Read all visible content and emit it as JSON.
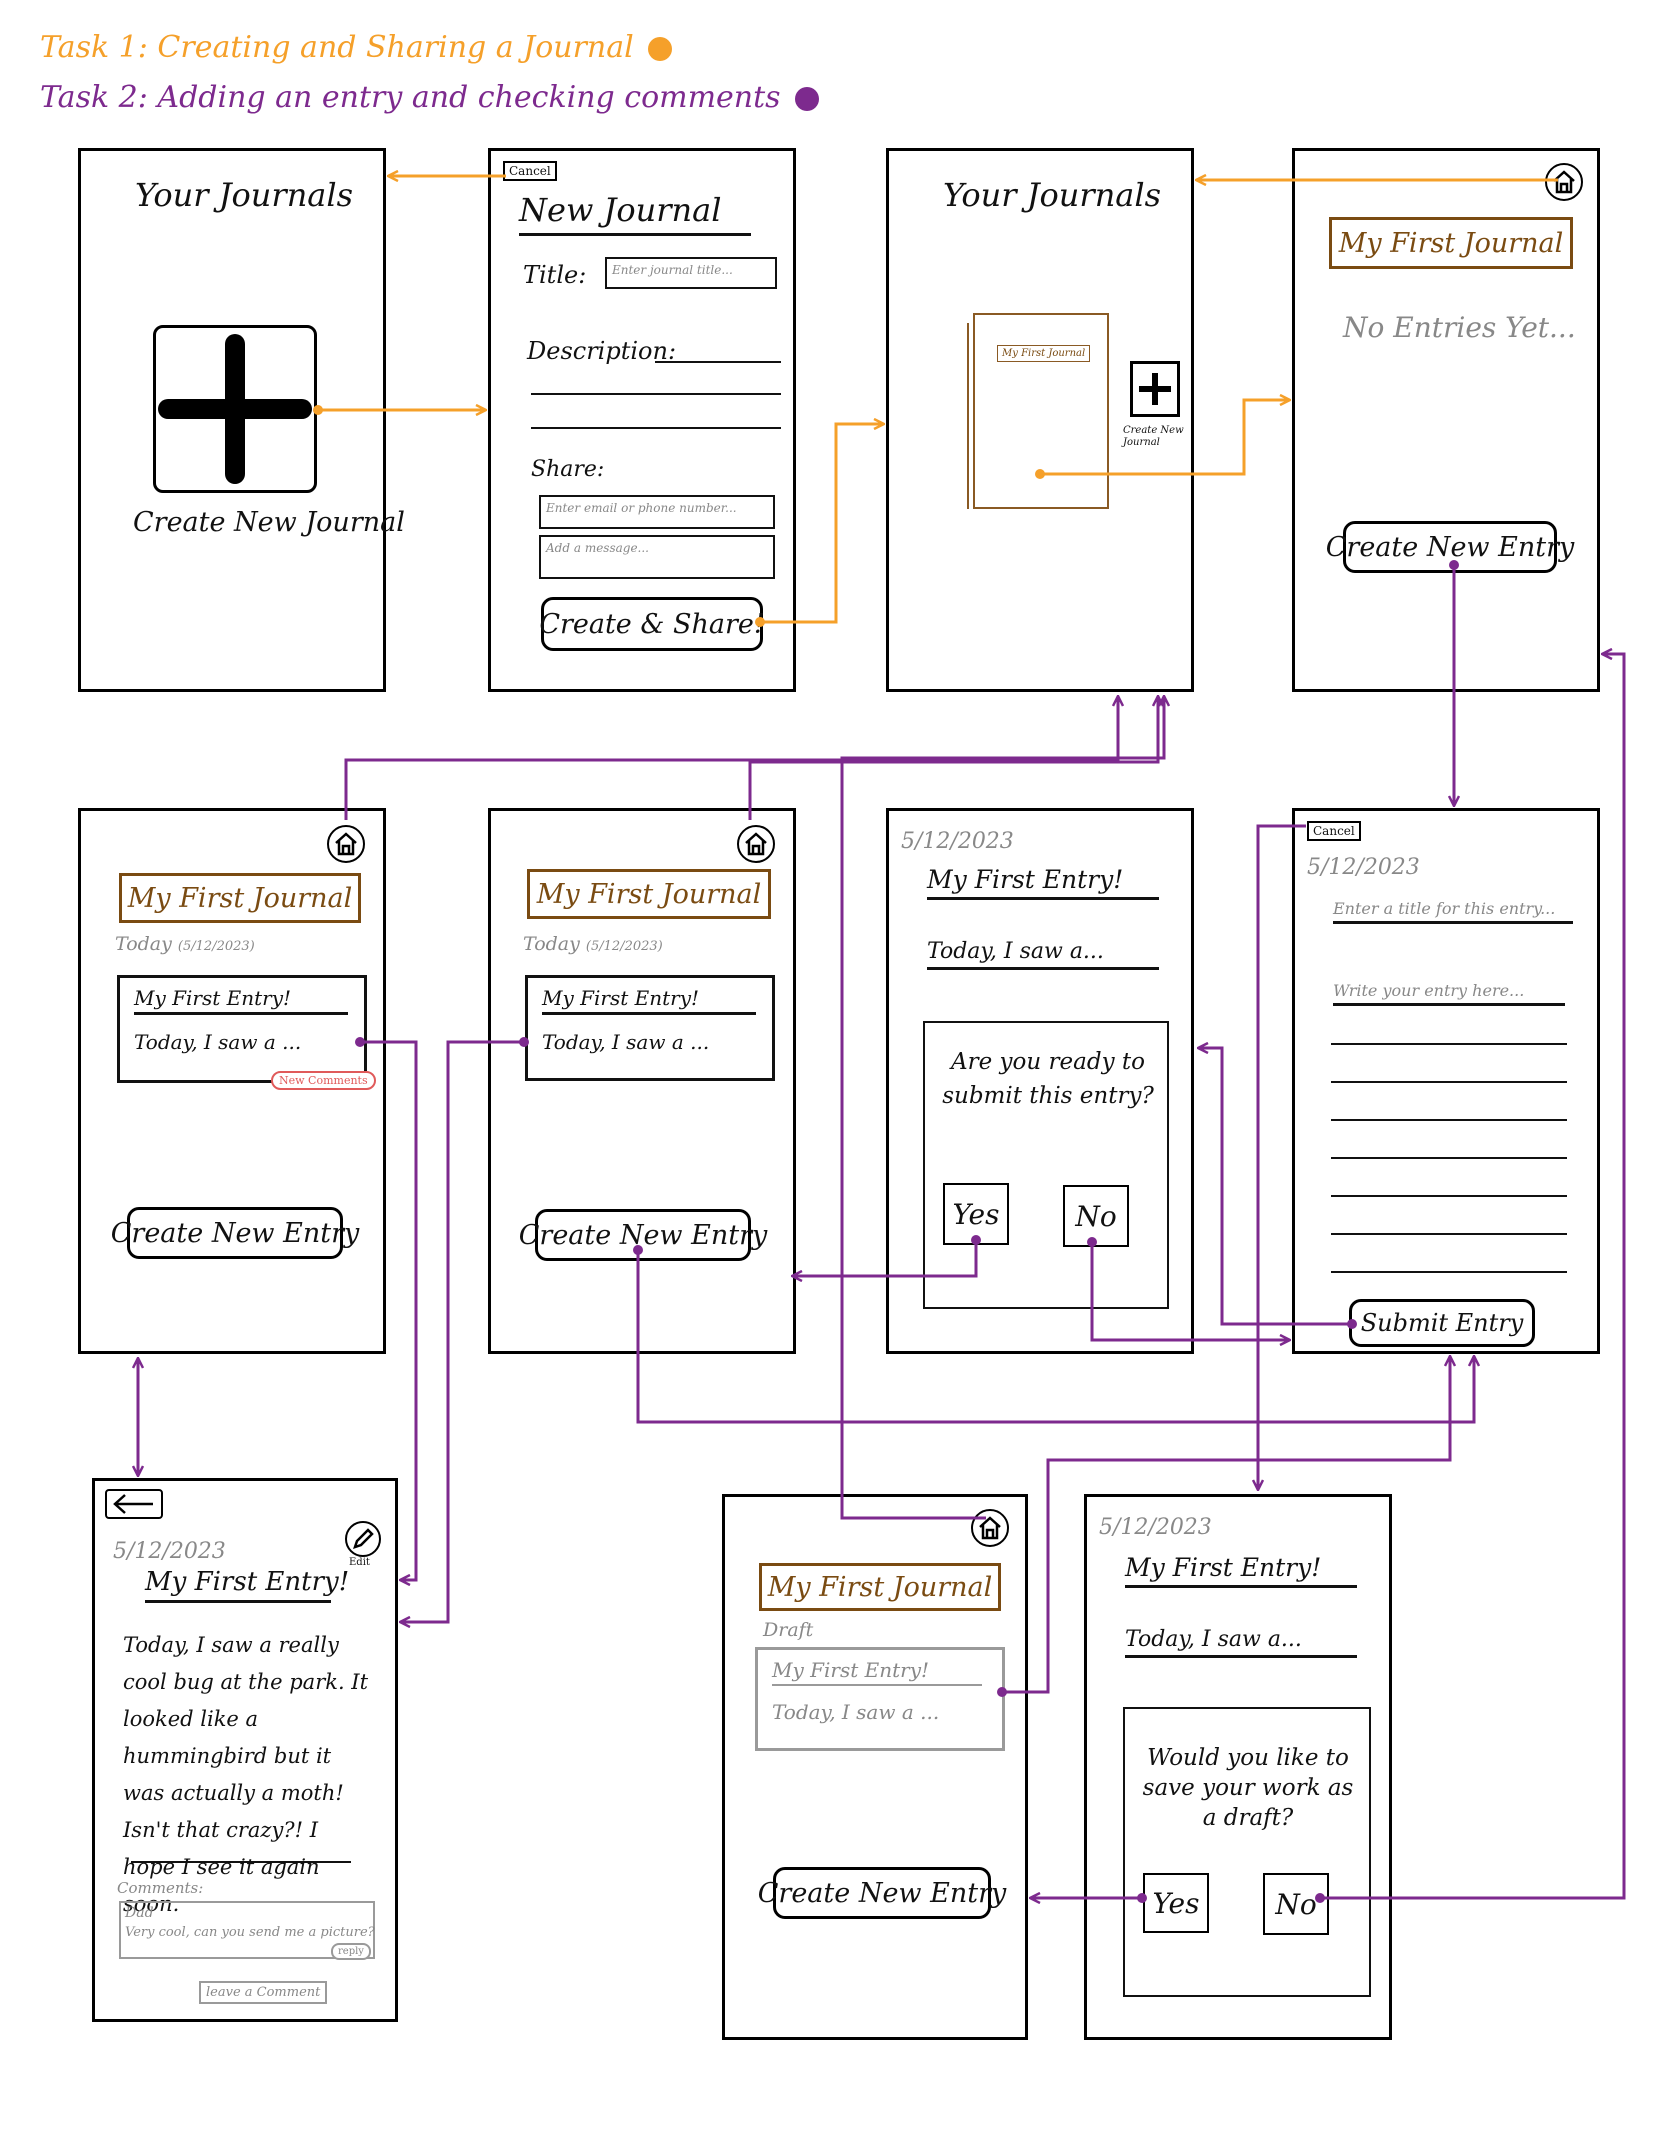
{
  "legend": {
    "task1": "Task 1: Creating and Sharing a Journal",
    "task2": "Task 2: Adding an entry and checking comments",
    "task1_color": "#f5a02a",
    "task2_color": "#7d2a8e"
  },
  "screens": {
    "your_journals_empty": {
      "title": "Your Journals",
      "create_label": "Create New Journal"
    },
    "new_journal": {
      "cancel": "Cancel",
      "title": "New Journal",
      "title_label": "Title:",
      "title_placeholder": "Enter journal title...",
      "description_label": "Description:",
      "share_label": "Share:",
      "share_placeholder": "Enter email or phone number...",
      "message_placeholder": "Add a message...",
      "create_share_button": "Create & Share!"
    },
    "your_journals_list": {
      "title": "Your Journals",
      "journal_cover_label": "My First Journal",
      "create_new_label": "Create New Journal"
    },
    "journal_empty": {
      "journal_title": "My First Journal",
      "empty_text": "No Entries Yet...",
      "create_entry_button": "Create New Entry"
    },
    "journal_new_comments": {
      "journal_title": "My First Journal",
      "date_group": "Today",
      "date_group_sub": "(5/12/2023)",
      "entry_title": "My First Entry!",
      "entry_preview": "Today, I saw a ...",
      "badge": "New Comments",
      "create_entry_button": "Create New Entry"
    },
    "journal_with_entry": {
      "journal_title": "My First Journal",
      "date_group": "Today",
      "date_group_sub": "(5/12/2023)",
      "entry_title": "My First Entry!",
      "entry_preview": "Today, I saw a ...",
      "create_entry_button": "Create New Entry"
    },
    "submit_confirm": {
      "date": "5/12/2023",
      "entry_title": "My First Entry!",
      "entry_preview": "Today, I saw a...",
      "question": "Are you ready to submit this entry?",
      "yes": "Yes",
      "no": "No"
    },
    "new_entry": {
      "cancel": "Cancel",
      "date": "5/12/2023",
      "title_placeholder": "Enter a title for this entry...",
      "body_placeholder": "Write your entry here...",
      "submit_button": "Submit Entry"
    },
    "entry_detail": {
      "date": "5/12/2023",
      "edit_label": "Edit",
      "entry_title": "My First Entry!",
      "body": "Today, I saw a really cool bug at the park. It looked like a hummingbird but it was actually a moth! Isn't that crazy?! I hope I see it again soon.",
      "comments_label": "Comments:",
      "comment_author": "Dad",
      "comment_text": "Very cool, can you send me a picture?",
      "reply_label": "reply",
      "leave_comment": "leave a Comment"
    },
    "journal_draft": {
      "journal_title": "My First Journal",
      "draft_label": "Draft",
      "entry_title": "My First Entry!",
      "entry_preview": "Today, I saw a ...",
      "create_entry_button": "Create New Entry"
    },
    "draft_confirm": {
      "date": "5/12/2023",
      "entry_title": "My First Entry!",
      "entry_preview": "Today, I saw a...",
      "question": "Would you like to save your work as a draft?",
      "yes": "Yes",
      "no": "No"
    }
  }
}
